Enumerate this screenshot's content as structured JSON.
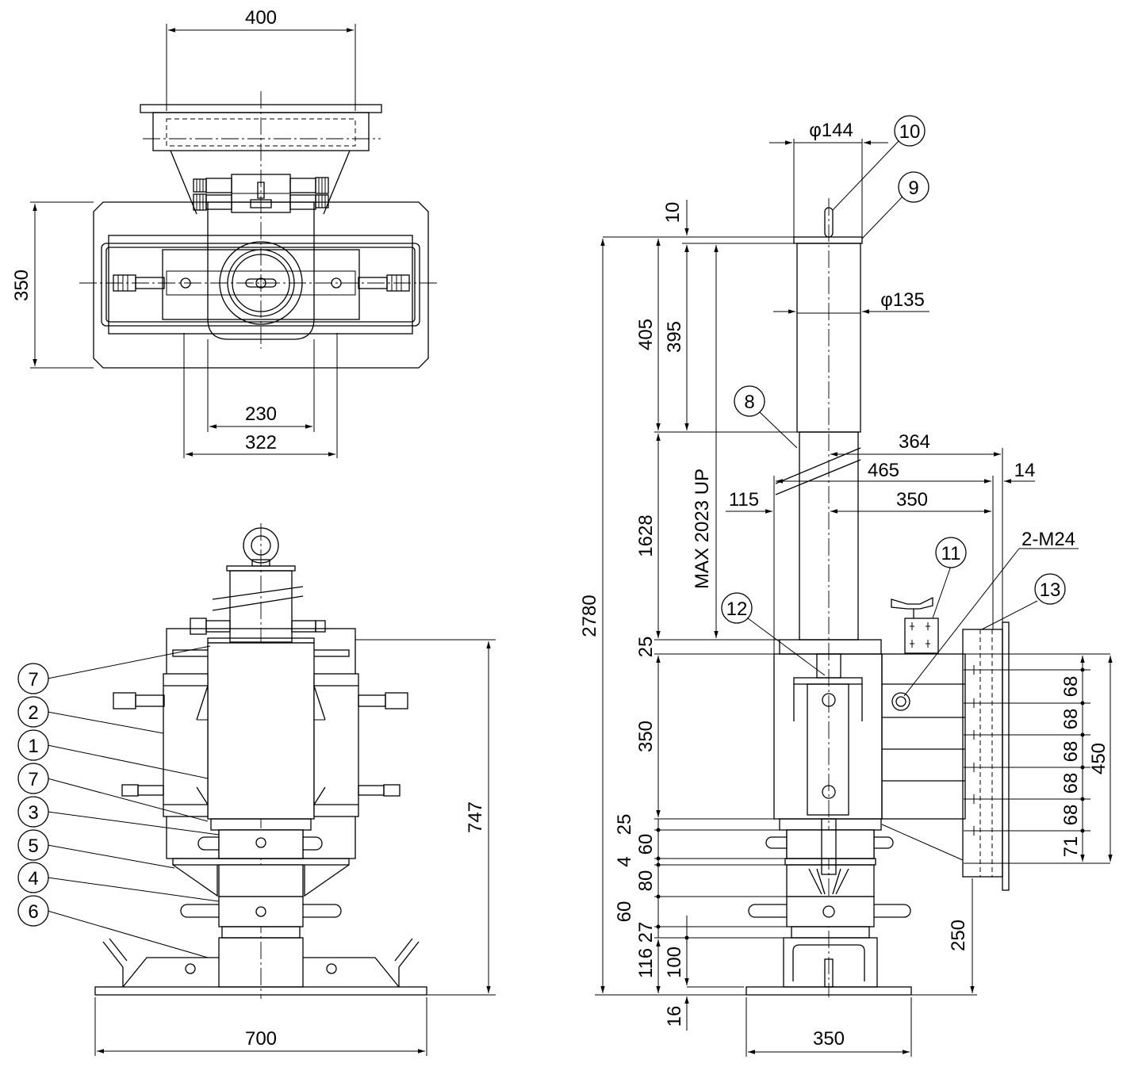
{
  "top_view": {
    "dims": {
      "d400": "400",
      "d350": "350",
      "d230": "230",
      "d322": "322"
    }
  },
  "front_view": {
    "dims": {
      "d747": "747",
      "d700": "700"
    },
    "balloons": [
      "7",
      "2",
      "1",
      "7",
      "3",
      "5",
      "4",
      "6"
    ]
  },
  "side_view": {
    "dims": {
      "phi144": "φ144",
      "phi135": "φ135",
      "d10": "10",
      "d405": "405",
      "d395": "395",
      "d1628": "1628",
      "max_up": "MAX 2023 UP",
      "d2780": "2780",
      "d25a": "25",
      "d350v": "350",
      "d25b": "25",
      "d60a": "60",
      "d4": "4",
      "d80": "80",
      "d60b": "60",
      "d27": "27",
      "d116": "116",
      "d100": "100",
      "d16": "16",
      "d364": "364",
      "d465": "465",
      "d14": "14",
      "d115": "115",
      "d350h": "350",
      "thread": "2-M24",
      "pitch": [
        "68",
        "68",
        "68",
        "68",
        "68",
        "71"
      ],
      "d450": "450",
      "d250": "250",
      "d350b": "350"
    },
    "balloons": [
      "10",
      "9",
      "8",
      "11",
      "12",
      "13"
    ]
  },
  "colors": {
    "line": "#000000",
    "paper": "#ffffff"
  }
}
